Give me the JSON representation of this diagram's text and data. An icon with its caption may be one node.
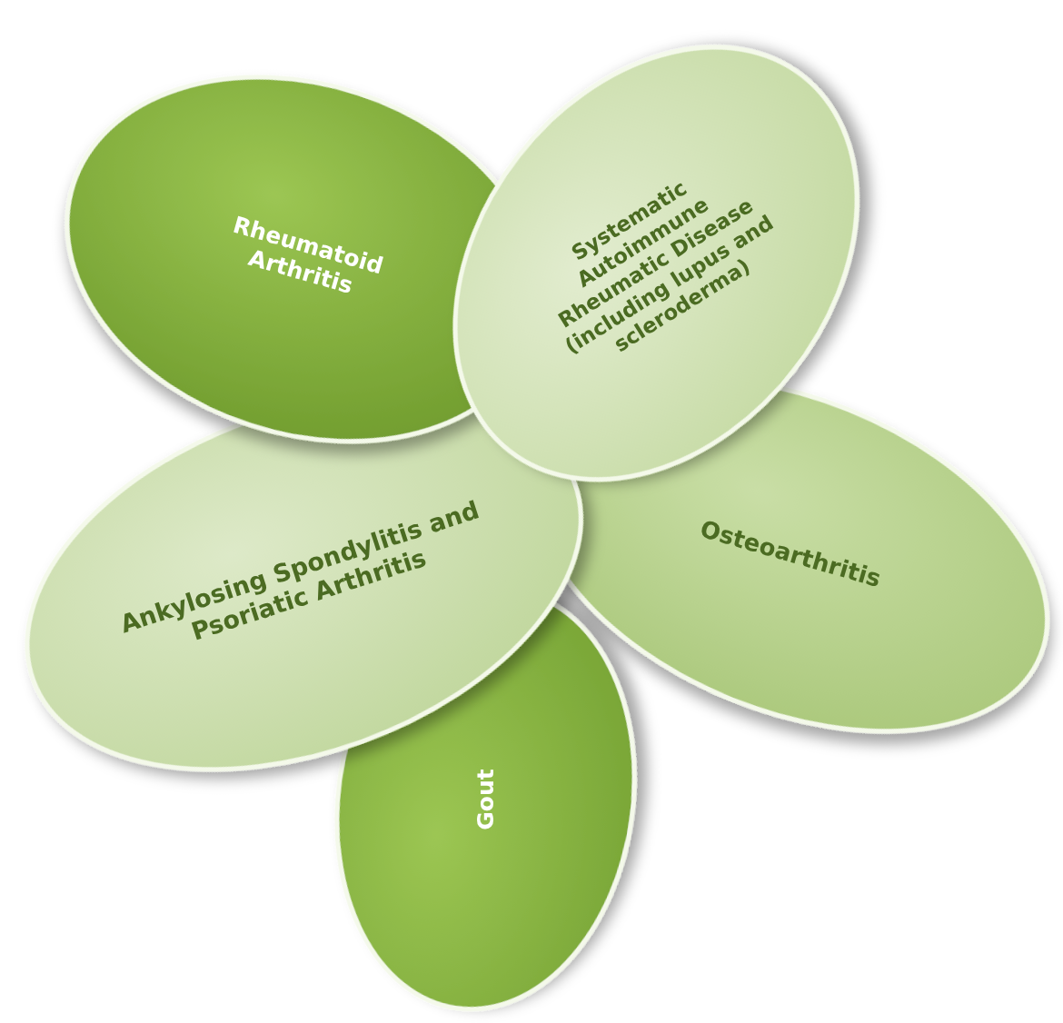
{
  "diagram": {
    "nodes": [
      {
        "text": [
          "Rheumatoid Arthritis"
        ]
      },
      {
        "text": [
          "Systematic Autoimmune Rheumatic Disease (including lupus and scleroderma)"
        ]
      },
      {
        "text": [
          "Ankylosing Spondylitis and Psoriatic Arthritis"
        ]
      },
      {
        "text": [
          "Osteoarthritis"
        ]
      },
      {
        "text": [
          "Gout"
        ]
      }
    ]
  }
}
